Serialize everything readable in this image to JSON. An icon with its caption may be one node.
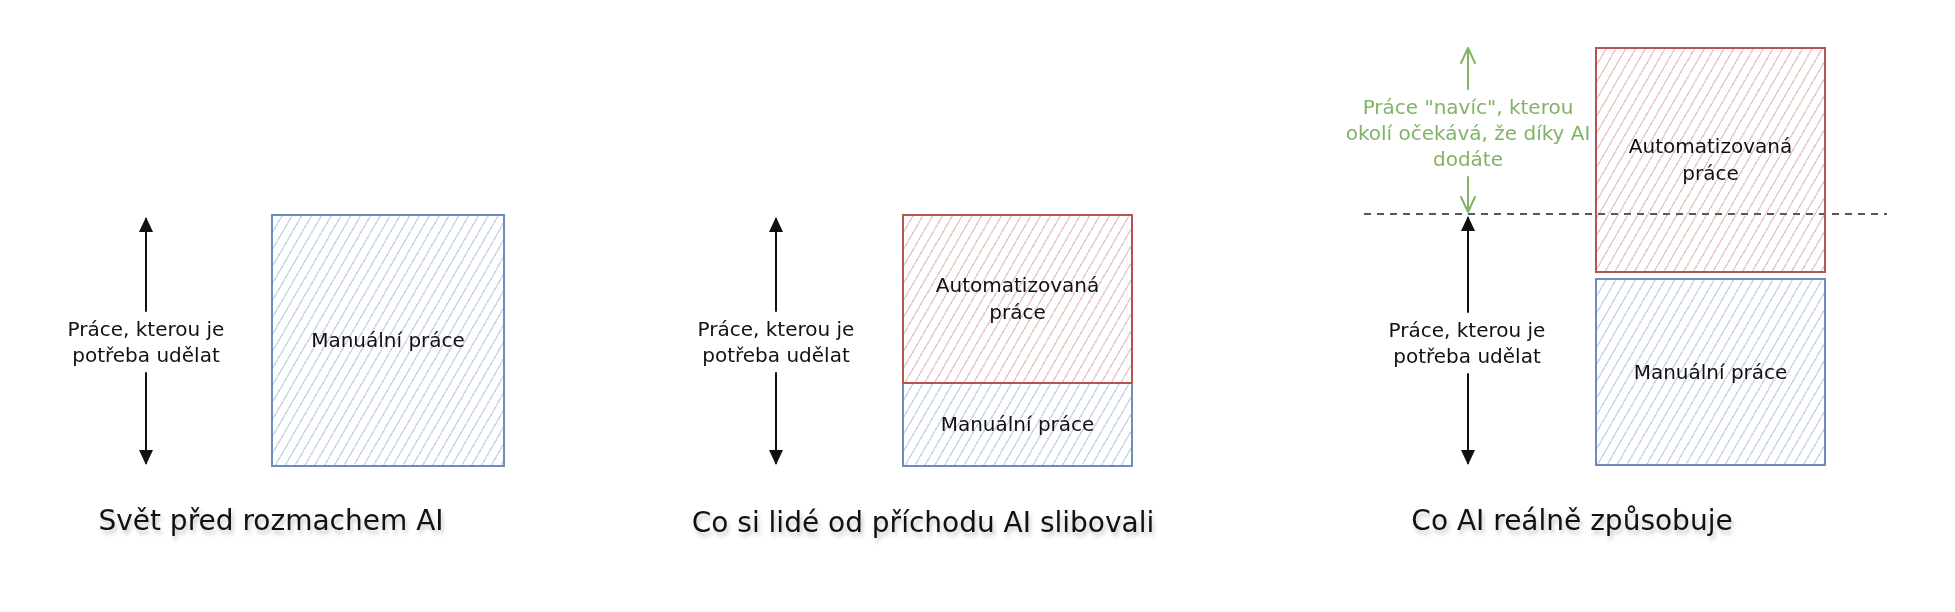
{
  "diagram": {
    "nodes": [
      {
        "text": [
          "Manuální práce"
        ]
      },
      {
        "text": [
          "Automatizovaná práce"
        ]
      },
      {
        "text": [
          "Manuální práce"
        ]
      },
      {
        "text": [
          "Automatizovaná práce"
        ]
      },
      {
        "text": [
          "Manuální práce"
        ]
      }
    ],
    "labels": [
      "Práce, kterou je potřeba udělat",
      "Svět před rozmachem AI",
      "Práce, kterou je potřeba udělat",
      "Co si lidé od příchodu AI slibovali",
      "Práce \"navíc\", kterou okolí očekává, že díky AI dodáte",
      "Práce, kterou je potřeba udělat",
      "Co AI reálně způsobuje"
    ]
  }
}
